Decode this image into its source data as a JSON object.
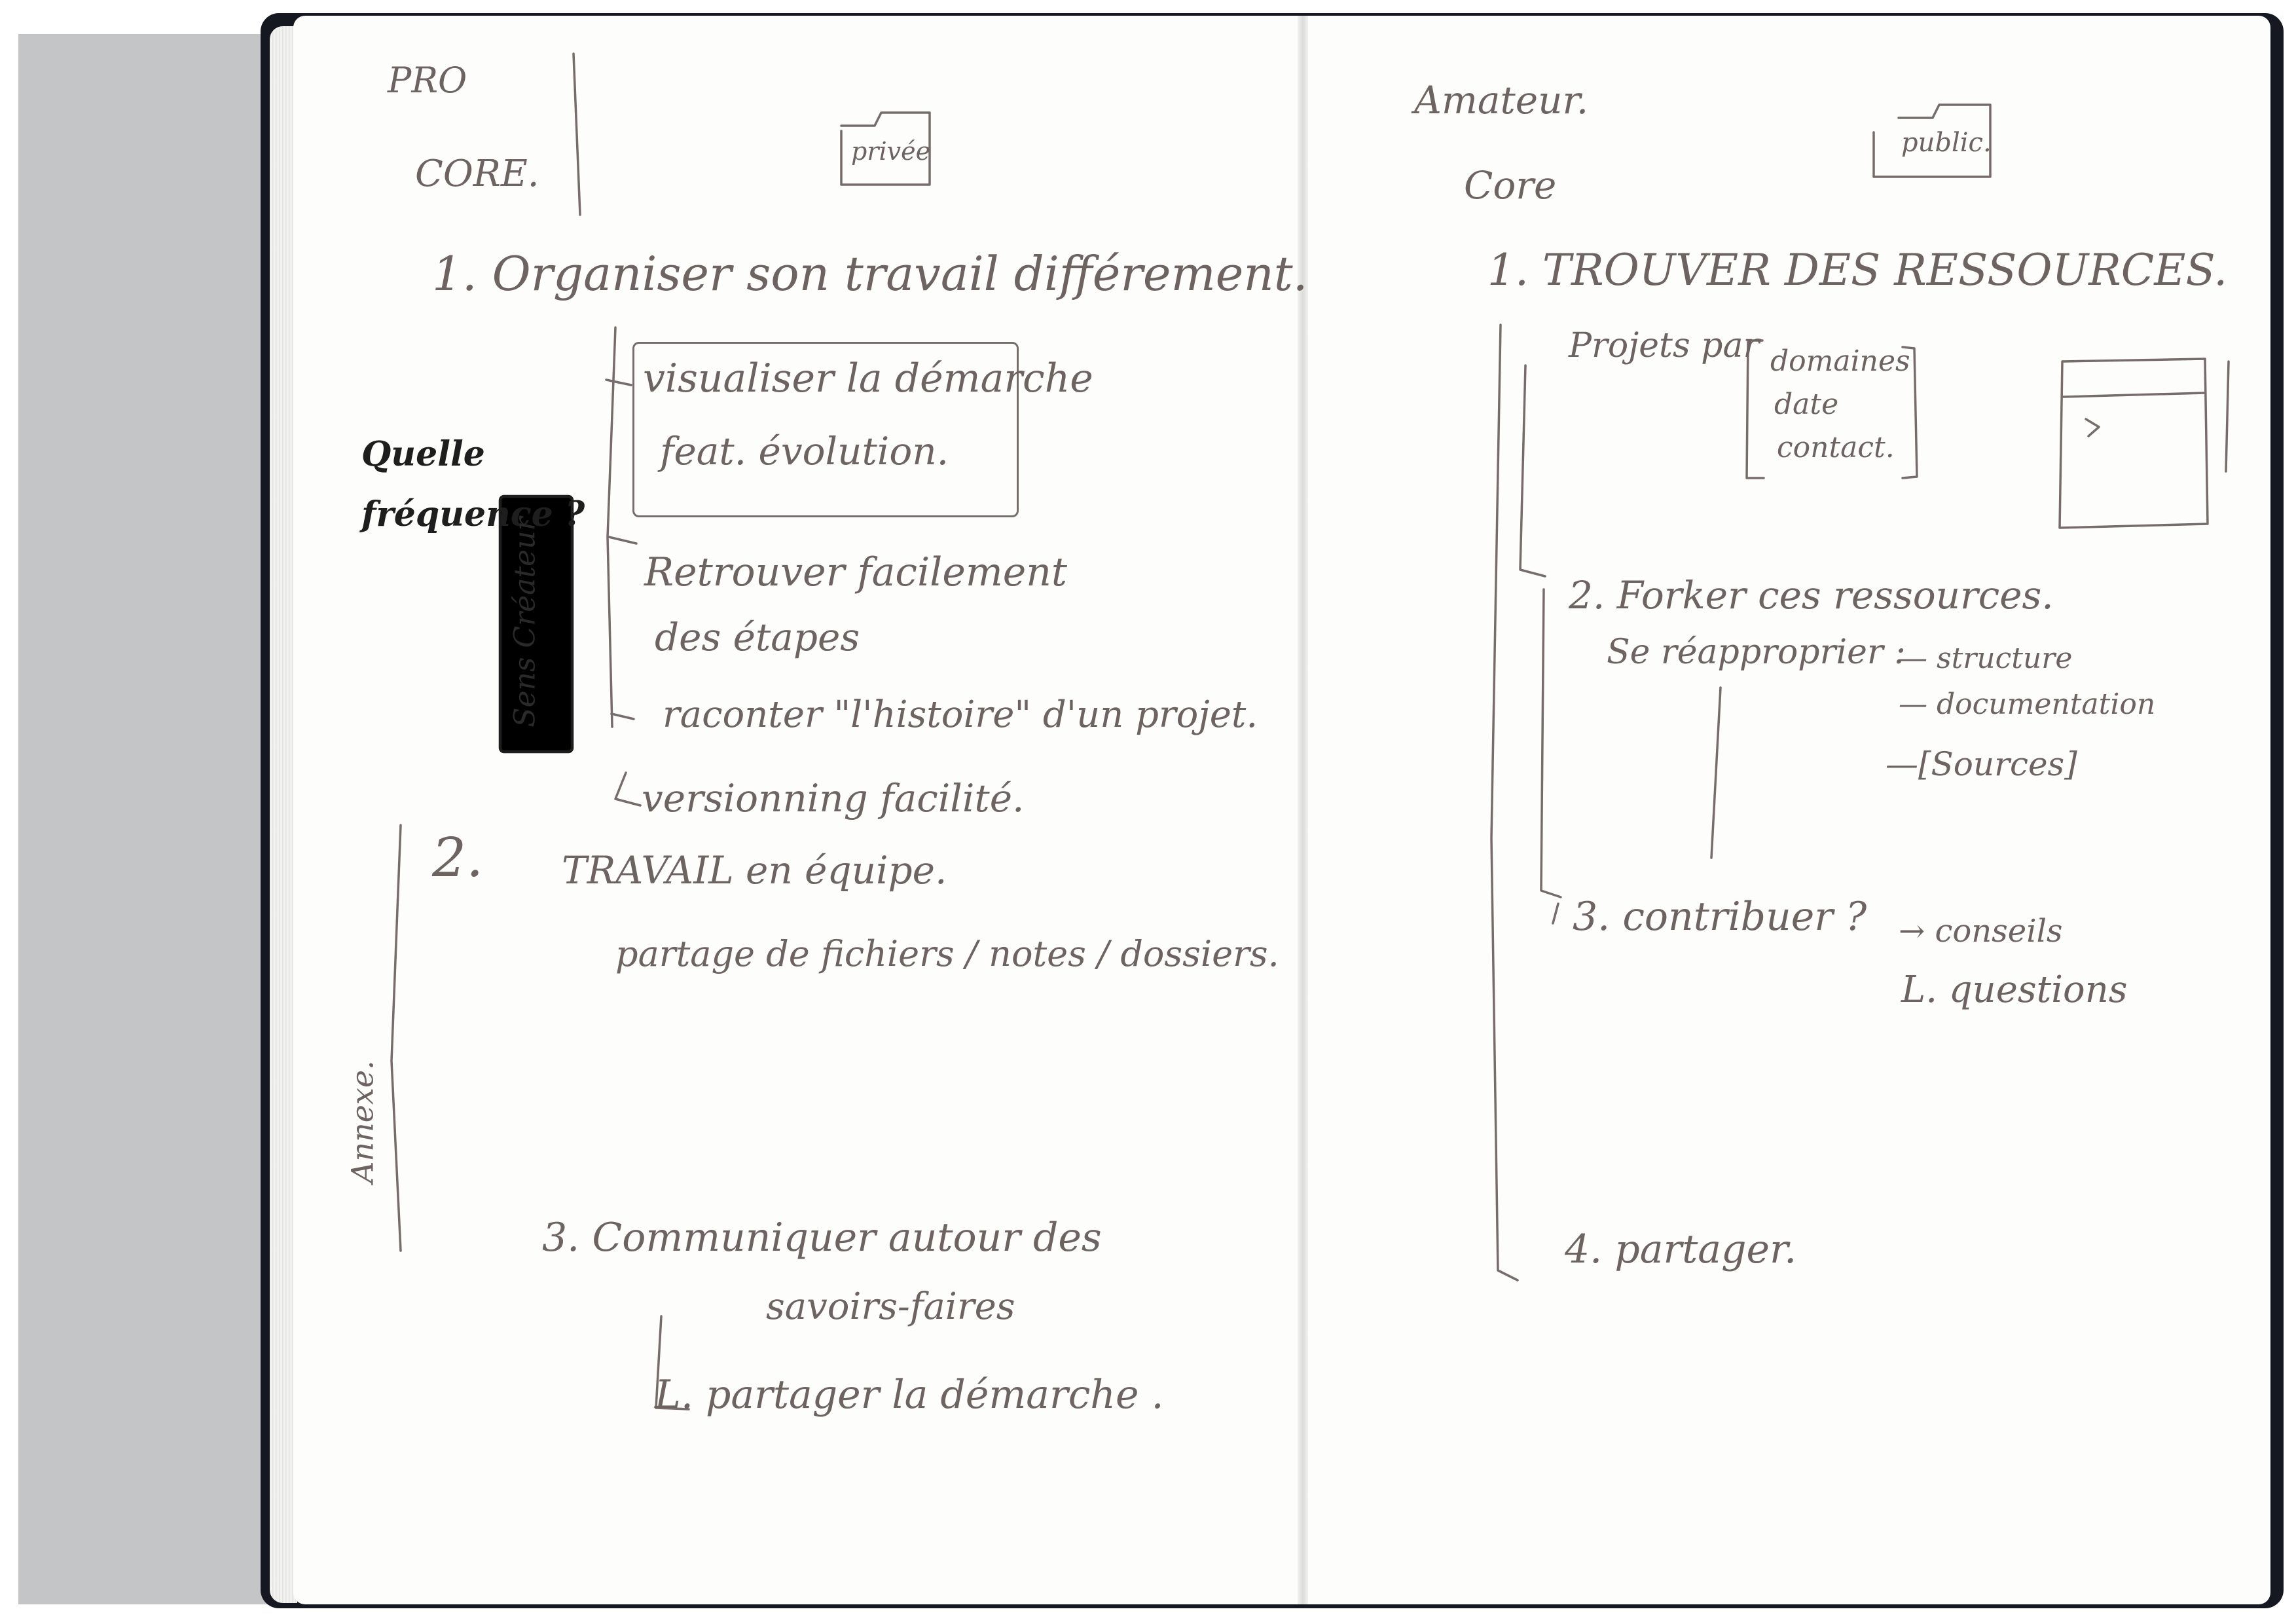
{
  "left_page": {
    "header": {
      "pro": "PRO",
      "core": "CORE."
    },
    "tag": "privée",
    "section1": {
      "title": "1. Organiser son travail différement.",
      "item1_line1": "visualiser la démarche",
      "item1_line2": "feat. évolution.",
      "item2_line1": "Retrouver facilement",
      "item2_line2": "des étapes",
      "item3": "raconter \"l'histoire\" d'un projet.",
      "item4": "versionning facilité."
    },
    "margin_question_line1": "Quelle",
    "margin_question_line2": "fréquence ?",
    "margin_box_label": "Sens Créateur",
    "section2": {
      "number": "2.",
      "title": "TRAVAIL en équipe.",
      "subtitle": "partage de fichiers / notes / dossiers."
    },
    "annexe": "Annexe.",
    "section3": {
      "title_line1": "3. Communiquer autour des",
      "title_line2": "savoirs-faires",
      "item": "L. partager la démarche ."
    }
  },
  "right_page": {
    "header": {
      "amateur": "Amateur.",
      "core": "Core"
    },
    "tag": "public.",
    "section1": {
      "title": "1. TROUVER DES RESSOURCES.",
      "projects_by": "Projets par",
      "criteria": [
        "domaines",
        "date",
        "contact."
      ]
    },
    "section2": {
      "title": "2. Forker ces ressources.",
      "reappropriate": "Se réapproprier :",
      "items": [
        "— structure",
        "— documentation",
        "—[Sources]"
      ]
    },
    "section3": {
      "title": "3. contribuer ?",
      "items": [
        "→ conseils",
        "L. questions"
      ]
    },
    "section4": {
      "title": "4. partager."
    }
  }
}
